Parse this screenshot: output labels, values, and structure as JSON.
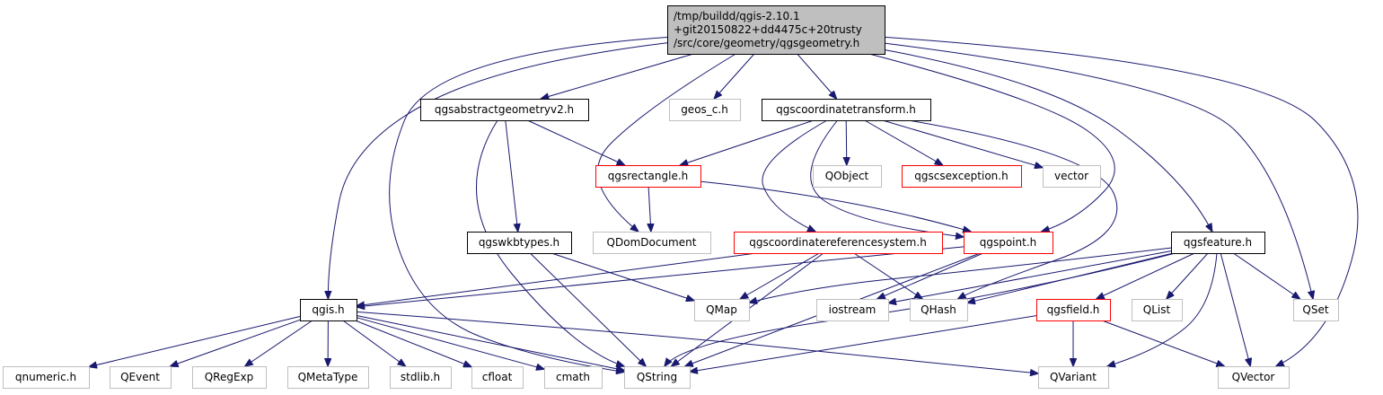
{
  "colors": {
    "edge": "#191970",
    "root_fill": "#bfbfbf",
    "root_border": "#000000",
    "documented_border": "#000000",
    "truncated_border": "#ff0000",
    "external_border": "#bfbfbf",
    "external_text": "#000000"
  },
  "nodes": [
    {
      "id": "root",
      "kind": "root",
      "lines": [
        "/tmp/buildd/qgis-2.10.1",
        "+git20150822+dd4475c+20trusty",
        "/src/core/geometry/qgsgeometry.h"
      ]
    },
    {
      "id": "qgsabstractgeometryv2",
      "kind": "documented",
      "lines": [
        "qgsabstractgeometryv2.h"
      ]
    },
    {
      "id": "geos_c",
      "kind": "external",
      "lines": [
        "geos_c.h"
      ]
    },
    {
      "id": "qgscoordinatetransform",
      "kind": "documented",
      "lines": [
        "qgscoordinatetransform.h"
      ]
    },
    {
      "id": "qgsrectangle",
      "kind": "truncated",
      "lines": [
        "qgsrectangle.h"
      ]
    },
    {
      "id": "qobject",
      "kind": "external",
      "lines": [
        "QObject"
      ]
    },
    {
      "id": "qgscsexception",
      "kind": "truncated",
      "lines": [
        "qgscsexception.h"
      ]
    },
    {
      "id": "vector",
      "kind": "external",
      "lines": [
        "vector"
      ]
    },
    {
      "id": "qgswkbtypes",
      "kind": "documented",
      "lines": [
        "qgswkbtypes.h"
      ]
    },
    {
      "id": "qdomdocument",
      "kind": "external",
      "lines": [
        "QDomDocument"
      ]
    },
    {
      "id": "qgscrs",
      "kind": "truncated",
      "lines": [
        "qgscoordinatereferencesystem.h"
      ]
    },
    {
      "id": "qgspoint",
      "kind": "truncated",
      "lines": [
        "qgspoint.h"
      ]
    },
    {
      "id": "qgsfeature",
      "kind": "documented",
      "lines": [
        "qgsfeature.h"
      ]
    },
    {
      "id": "qgis",
      "kind": "documented",
      "lines": [
        "qgis.h"
      ]
    },
    {
      "id": "qmap",
      "kind": "external",
      "lines": [
        "QMap"
      ]
    },
    {
      "id": "iostream",
      "kind": "external",
      "lines": [
        "iostream"
      ]
    },
    {
      "id": "qhash",
      "kind": "external",
      "lines": [
        "QHash"
      ]
    },
    {
      "id": "qgsfield",
      "kind": "truncated",
      "lines": [
        "qgsfield.h"
      ]
    },
    {
      "id": "qlist",
      "kind": "external",
      "lines": [
        "QList"
      ]
    },
    {
      "id": "qset",
      "kind": "external",
      "lines": [
        "QSet"
      ]
    },
    {
      "id": "qnumeric",
      "kind": "external",
      "lines": [
        "qnumeric.h"
      ]
    },
    {
      "id": "qevent",
      "kind": "external",
      "lines": [
        "QEvent"
      ]
    },
    {
      "id": "qregexp",
      "kind": "external",
      "lines": [
        "QRegExp"
      ]
    },
    {
      "id": "qmetatype",
      "kind": "external",
      "lines": [
        "QMetaType"
      ]
    },
    {
      "id": "stdlib",
      "kind": "external",
      "lines": [
        "stdlib.h"
      ]
    },
    {
      "id": "cfloat",
      "kind": "external",
      "lines": [
        "cfloat"
      ]
    },
    {
      "id": "cmath",
      "kind": "external",
      "lines": [
        "cmath"
      ]
    },
    {
      "id": "qstring",
      "kind": "external",
      "lines": [
        "QString"
      ]
    },
    {
      "id": "qvariant",
      "kind": "external",
      "lines": [
        "QVariant"
      ]
    },
    {
      "id": "qvector",
      "kind": "external",
      "lines": [
        "QVector"
      ]
    }
  ],
  "edges": [
    [
      "root",
      "qgsabstractgeometryv2"
    ],
    [
      "root",
      "geos_c"
    ],
    [
      "root",
      "qgscoordinatetransform"
    ],
    [
      "root",
      "qgis"
    ],
    [
      "root",
      "qstring"
    ],
    [
      "root",
      "qdomdocument"
    ],
    [
      "root",
      "qgspoint"
    ],
    [
      "root",
      "qgsfeature"
    ],
    [
      "root",
      "qset"
    ],
    [
      "root",
      "qvector"
    ],
    [
      "qgsabstractgeometryv2",
      "qgsrectangle"
    ],
    [
      "qgsabstractgeometryv2",
      "qgswkbtypes"
    ],
    [
      "qgsabstractgeometryv2",
      "qstring"
    ],
    [
      "qgscoordinatetransform",
      "qgsrectangle"
    ],
    [
      "qgscoordinatetransform",
      "qobject"
    ],
    [
      "qgscoordinatetransform",
      "qgscsexception"
    ],
    [
      "qgscoordinatetransform",
      "vector"
    ],
    [
      "qgscoordinatetransform",
      "qgscrs"
    ],
    [
      "qgscoordinatetransform",
      "qgspoint"
    ],
    [
      "qgscoordinatetransform",
      "qhash"
    ],
    [
      "qgsrectangle",
      "qdomdocument"
    ],
    [
      "qgsrectangle",
      "qgspoint"
    ],
    [
      "qgswkbtypes",
      "qmap"
    ],
    [
      "qgswkbtypes",
      "qstring"
    ],
    [
      "qgscrs",
      "qgis"
    ],
    [
      "qgscrs",
      "qmap"
    ],
    [
      "qgscrs",
      "qhash"
    ],
    [
      "qgscrs",
      "qstring"
    ],
    [
      "qgspoint",
      "qgis"
    ],
    [
      "qgspoint",
      "iostream"
    ],
    [
      "qgspoint",
      "qstring"
    ],
    [
      "qgsfeature",
      "qmap"
    ],
    [
      "qgsfeature",
      "iostream"
    ],
    [
      "qgsfeature",
      "qhash"
    ],
    [
      "qgsfeature",
      "qgsfield"
    ],
    [
      "qgsfeature",
      "qlist"
    ],
    [
      "qgsfeature",
      "qset"
    ],
    [
      "qgsfeature",
      "qvector"
    ],
    [
      "qgsfeature",
      "qvariant"
    ],
    [
      "qgsfeature",
      "qstring"
    ],
    [
      "qgsfield",
      "qstring"
    ],
    [
      "qgsfield",
      "qvariant"
    ],
    [
      "qgsfield",
      "qvector"
    ],
    [
      "qgis",
      "qnumeric"
    ],
    [
      "qgis",
      "qevent"
    ],
    [
      "qgis",
      "qregexp"
    ],
    [
      "qgis",
      "qmetatype"
    ],
    [
      "qgis",
      "stdlib"
    ],
    [
      "qgis",
      "cfloat"
    ],
    [
      "qgis",
      "cmath"
    ],
    [
      "qgis",
      "qstring"
    ],
    [
      "qgis",
      "qvariant"
    ]
  ]
}
